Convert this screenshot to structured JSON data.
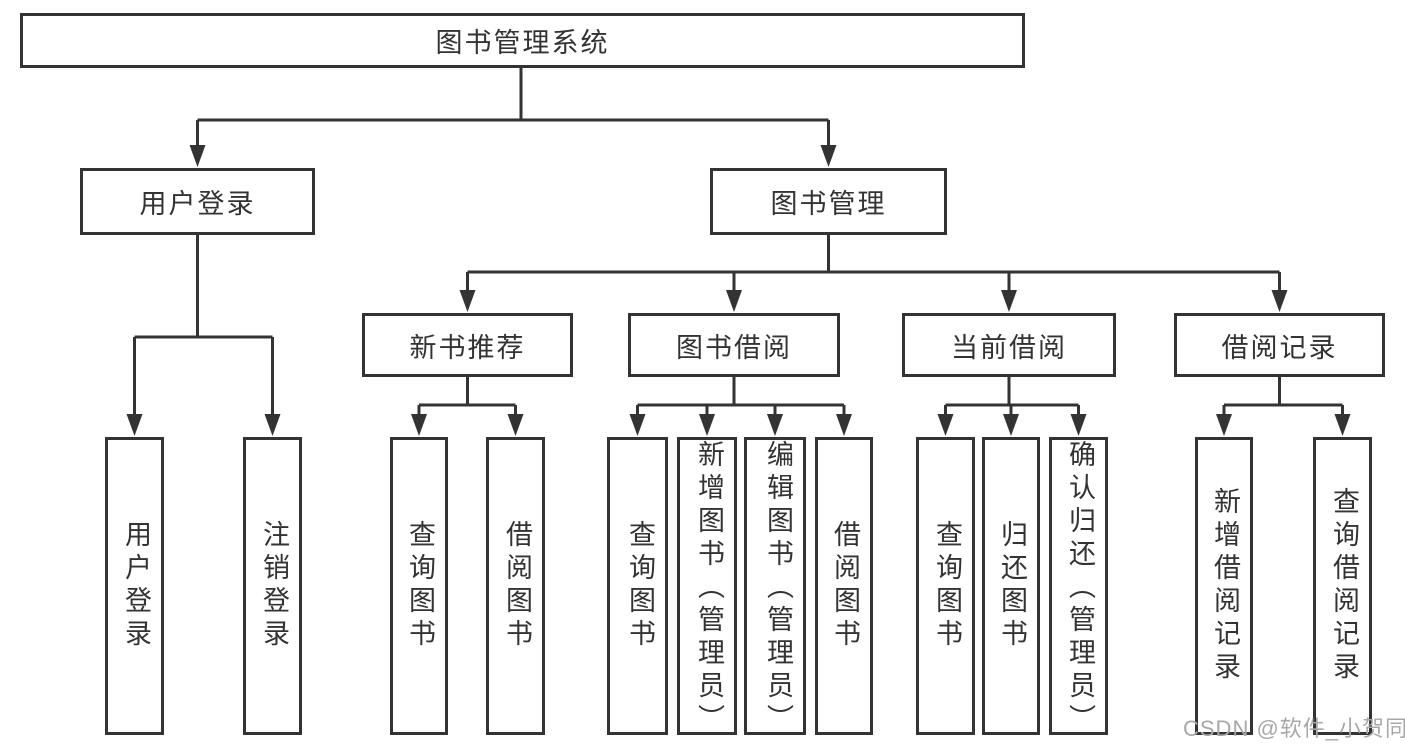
{
  "tree": {
    "root": {
      "label": "图书管理系统"
    },
    "level2": [
      {
        "label": "用户登录",
        "children": [
          {
            "label": "用户登录"
          },
          {
            "label": "注销登录"
          }
        ]
      },
      {
        "label": "图书管理",
        "children": [
          {
            "label": "新书推荐",
            "children": [
              {
                "label": "查询图书"
              },
              {
                "label": "借阅图书"
              }
            ]
          },
          {
            "label": "图书借阅",
            "children": [
              {
                "label": "查询图书"
              },
              {
                "label": "新增图书（管理员）"
              },
              {
                "label": "编辑图书（管理员）"
              },
              {
                "label": "借阅图书"
              }
            ]
          },
          {
            "label": "当前借阅",
            "children": [
              {
                "label": "查询图书"
              },
              {
                "label": "归还图书"
              },
              {
                "label": "确认归还（管理员）"
              }
            ]
          },
          {
            "label": "借阅记录",
            "children": [
              {
                "label": "新增借阅记录"
              },
              {
                "label": "查询借阅记录"
              }
            ]
          }
        ]
      }
    ]
  },
  "watermark": "CSDN @软件_小贺同学",
  "colors": {
    "line": "#333333",
    "text": "#333333",
    "watermark": "#a8a8a8",
    "background": "#ffffff"
  }
}
